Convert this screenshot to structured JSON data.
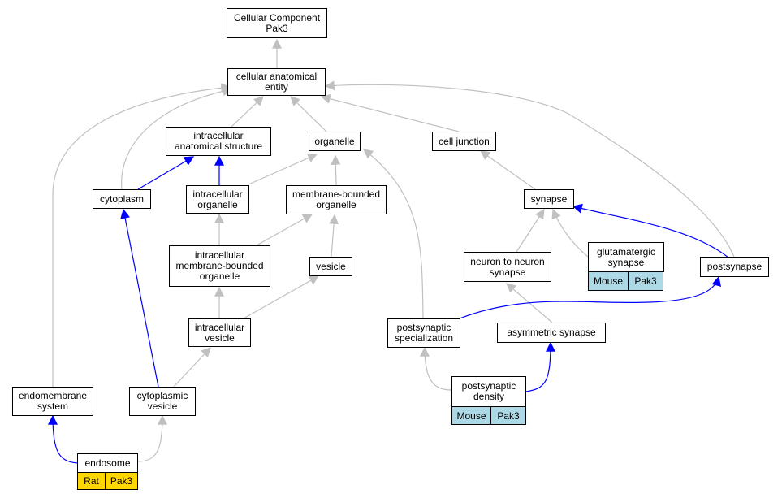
{
  "colors": {
    "gray_edge": "#c0c0c0",
    "blue_edge": "#0000ff",
    "rat_tag": "#ffd700",
    "mouse_tag": "#add8e6"
  },
  "nodes": {
    "root": "Cellular Component\nPak3",
    "cae": "cellular anatomical\nentity",
    "ias": "intracellular\nanatomical structure",
    "organelle": "organelle",
    "cell_junction": "cell junction",
    "cytoplasm": "cytoplasm",
    "intra_org": "intracellular\norganelle",
    "mbo": "membrane-bounded\norganelle",
    "synapse": "synapse",
    "imbo": "intracellular\nmembrane-bounded\norganelle",
    "vesicle": "vesicle",
    "n2n": "neuron to neuron\nsynapse",
    "glut": "glutamatergic\nsynapse",
    "postsynapse": "postsynapse",
    "intra_ves": "intracellular\nvesicle",
    "ps_spec": "postsynaptic\nspecialization",
    "asym": "asymmetric synapse",
    "endomem": "endomembrane\nsystem",
    "cyto_ves": "cytoplasmic\nvesicle",
    "psd": "postsynaptic\ndensity",
    "endosome": "endosome"
  },
  "tags": {
    "glut": [
      "Mouse",
      "Pak3"
    ],
    "psd": [
      "Mouse",
      "Pak3"
    ],
    "endosome": [
      "Rat",
      "Pak3"
    ]
  }
}
